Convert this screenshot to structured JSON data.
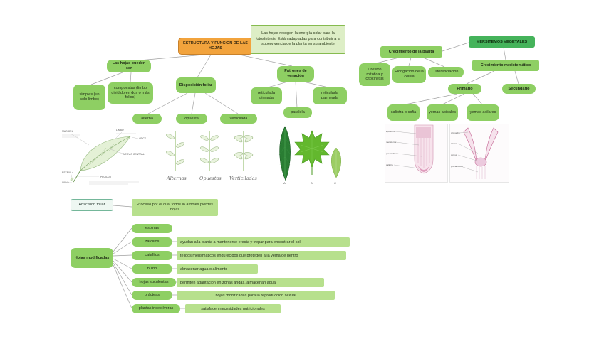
{
  "main": {
    "title": "ESTRUCTURA Y FUNCIÓN DE LAS HOJAS",
    "intro": "Las hojas recogen la energía solar para la fotosíntesis. Están adaptadas para contribuir a la supervivencia de la planta en su ambiente"
  },
  "tipos": {
    "root": "Las hojas pueden ser",
    "simples": "simples (un solo limbo)",
    "compuestas": "compuestas (limbo dividido en dos o más folios)"
  },
  "disposicion": {
    "root": "Disposición foliar",
    "alterna": "alterna",
    "opuesta": "opuesta",
    "verticilada": "verticilada"
  },
  "venacion": {
    "root": "Patrones de venación",
    "pinnada": "reticulada pinnada",
    "palmeada": "reticulada palmeada",
    "paralela": "paralela"
  },
  "crecimiento": {
    "root": "Crecimiento de la planta",
    "division": "División mitótica y citocinesis",
    "elongacion": "Elongación de la célula",
    "diferenciacion": "Diferenciación"
  },
  "meristemos": {
    "root": "MERSITEMOS VEGETALES",
    "meristematico": "Crecimiento meristemático",
    "primario": "Primario",
    "secundario": "Secundario",
    "caliptra": "caliptra o cofia",
    "apicales": "yemas apicales",
    "axilares": "yemas axilares"
  },
  "abscision": {
    "label": "Abscisión foliar",
    "definicion": "Proceso por el cual todos lo arboles pierdes hojas"
  },
  "modificadas": {
    "root": "Hojas modificadas",
    "items": [
      {
        "name": "espinas",
        "desc": ""
      },
      {
        "name": "zarcillos",
        "desc": "ayudan a la planta a mantenerse erecta y trepar para encontrar el sol"
      },
      {
        "name": "catafilos",
        "desc": "tejidos merismáticos endurecidos que protegen a la yema de dentro"
      },
      {
        "name": "bulbo",
        "desc": "almacenar agua o alimento"
      },
      {
        "name": "hojas suculentas",
        "desc": "permiten adaptación en zonas áridas, almacenan agua"
      },
      {
        "name": "brácteas",
        "desc": "hojas modificadas para la reproducción sexual"
      },
      {
        "name": "plantas insectívoras",
        "desc": "satisfacen necesidades nutricionales"
      }
    ]
  },
  "figuras": {
    "anatomia": {
      "labels": [
        "MARGEN",
        "LIMBO",
        "ÁPICE",
        "NERVIO CENTRAL",
        "PECIOLO",
        "ESTÍPULA",
        "VAINA"
      ]
    },
    "filotaxia": [
      "Alternas",
      "Opuestas",
      "Verticiladas"
    ],
    "fotos": [
      "A",
      "B",
      "C"
    ],
    "micro_left": {
      "labels": [
        "epidermis",
        "meristema",
        "procambium",
        "caliptra"
      ]
    },
    "micro_right": {
      "labels": [
        "primordio",
        "túnica",
        "corpus",
        "procambium"
      ]
    }
  },
  "colors": {
    "pill_green": "#8ecf63",
    "bar_green": "#b7e08d",
    "deep_green": "#45b35b",
    "orange": "#f2a33c",
    "intro_green": "#ddeec6",
    "line_gray": "#a0a0a0"
  }
}
